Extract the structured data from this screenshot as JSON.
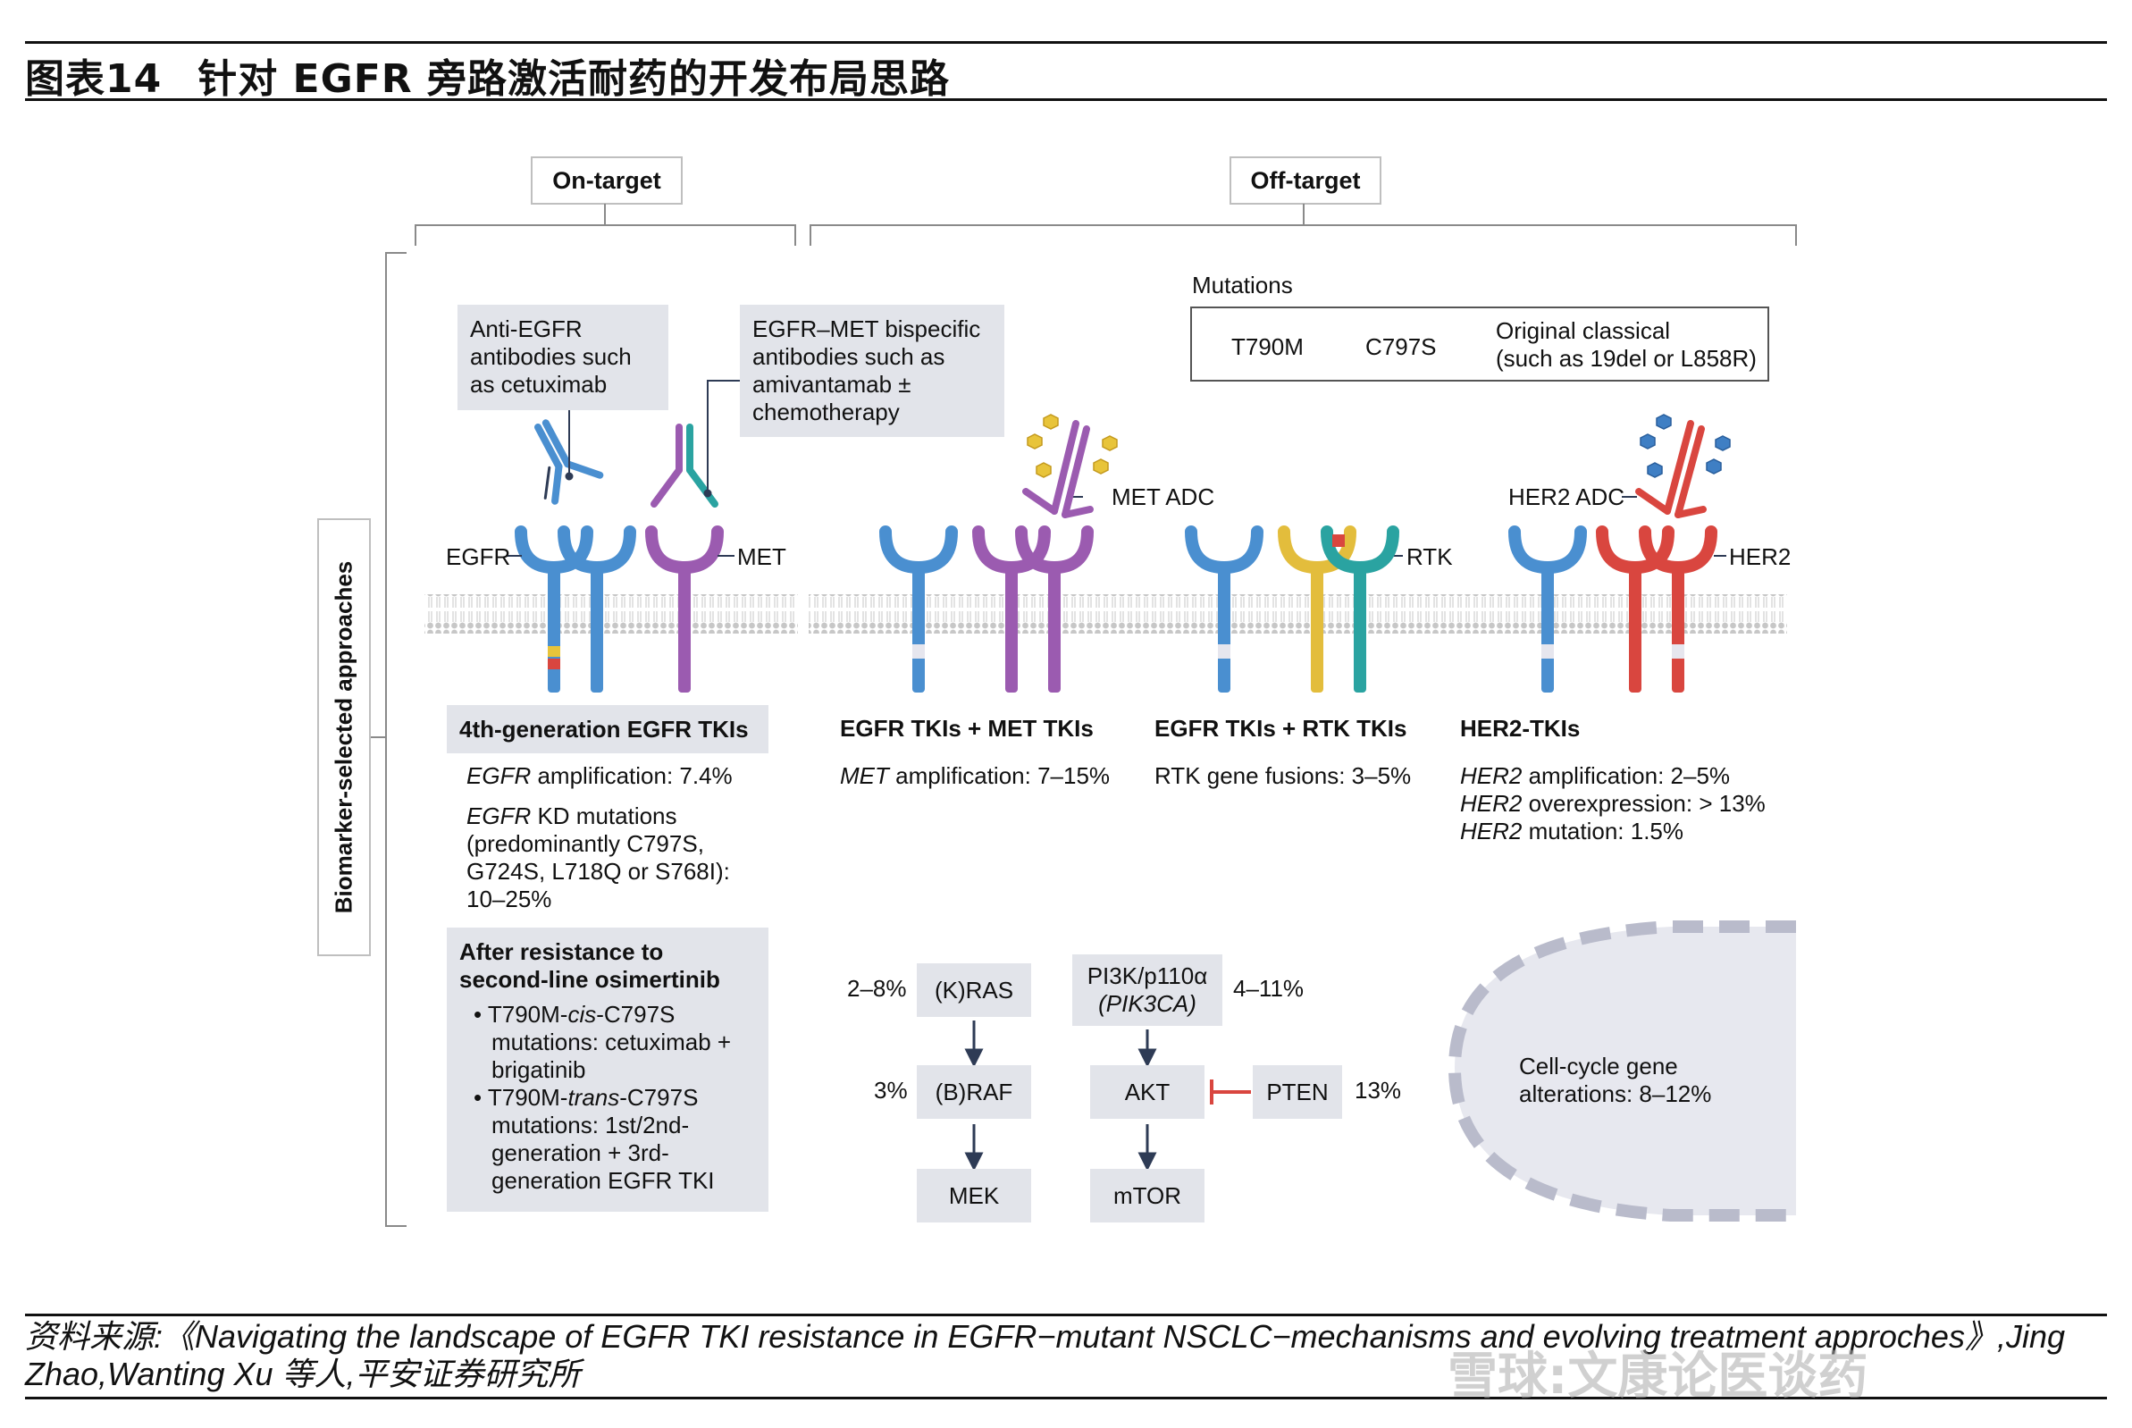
{
  "figure": {
    "label": "图表14",
    "title": "针对 EGFR 旁路激活耐药的开发布局思路"
  },
  "headers": {
    "on_target": "On-target",
    "off_target": "Off-target"
  },
  "side_label": "Biomarker-selected approaches",
  "callouts": {
    "anti_egfr": [
      "Anti-EGFR",
      "antibodies such",
      "as cetuximab"
    ],
    "bispecific": [
      "EGFR–MET bispecific",
      "antibodies such as",
      "amivantamab ±",
      "chemotherapy"
    ]
  },
  "legend": {
    "title": "Mutations",
    "items": [
      {
        "label": "T790M",
        "colors": [
          "#4a8fd0",
          "#e8c43a"
        ]
      },
      {
        "label": "C797S",
        "colors": [
          "#4a8fd0",
          "#d9463f"
        ]
      },
      {
        "label_lines": [
          "Original classical",
          "(such as 19del or L858R)"
        ],
        "colors": [
          "#4a8fd0",
          "#e6e6ee"
        ]
      }
    ]
  },
  "receptor_labels": {
    "egfr": "EGFR",
    "met": "MET",
    "met_adc": "MET ADC",
    "rtk": "RTK",
    "her2_adc": "HER2 ADC",
    "her2": "HER2"
  },
  "colors": {
    "egfr": "#4a8fd0",
    "met": "#9b5bb0",
    "rtk_yellow": "#e3bd3c",
    "rtk_teal": "#2aa3a1",
    "her2": "#d9463f",
    "adc_gold": "#e8c43a",
    "adc_blue": "#3f7fc4",
    "membrane": "#c9c9c9",
    "inhibit": "#d9463f",
    "box": "#e2e4ea"
  },
  "strategies": {
    "fourth_gen": {
      "title": "4th-generation EGFR TKIs",
      "amp_gene": "EGFR",
      "amp_text": " amplification: 7.4%",
      "kd_gene": "EGFR",
      "kd_lines": [
        " KD mutations",
        "(predominantly C797S,",
        "G724S, L718Q or S768I):",
        "10–25%"
      ]
    },
    "after_resistance": {
      "title_lines": [
        "After resistance to",
        "second-line osimertinib"
      ],
      "b1": [
        "T790M-",
        "cis",
        "-C797S",
        "mutations: cetuximab +",
        "brigatinib"
      ],
      "b2": [
        "T790M-",
        "trans",
        "-C797S",
        "mutations: 1st/2nd-",
        "generation + 3rd-",
        "generation EGFR TKI"
      ]
    },
    "met": {
      "title": "EGFR TKIs + MET TKIs",
      "gene": "MET",
      "text": " amplification: 7–15%"
    },
    "rtk": {
      "title": "EGFR TKIs + RTK TKIs",
      "text": "RTK gene fusions: 3–5%"
    },
    "her2": {
      "title": "HER2-TKIs",
      "lines": [
        {
          "gene": "HER2",
          "text": " amplification: 2–5%"
        },
        {
          "gene": "HER2",
          "text": " overexpression: > 13%"
        },
        {
          "gene": "HER2",
          "text": " mutation: 1.5%"
        }
      ]
    }
  },
  "pathway": {
    "kras": {
      "label": "(K)RAS",
      "pct": "2–8%"
    },
    "braf": {
      "label": "(B)RAF",
      "pct": "3%"
    },
    "mek": {
      "label": "MEK"
    },
    "pi3k": {
      "label_1": "PI3K/p110α",
      "label_2": "(PIK3CA)",
      "pct": "4–11%"
    },
    "akt": {
      "label": "AKT"
    },
    "mtor": {
      "label": "mTOR"
    },
    "pten": {
      "label": "PTEN",
      "pct": "13%"
    }
  },
  "cell_cycle": {
    "lines": [
      "Cell-cycle gene",
      "alterations: 8–12%"
    ]
  },
  "source": {
    "text_1": "资料来源:《Navigating the landscape of EGFR TKI resistance in EGFR−mutant NSCLC−mechanisms and evolving treatment approches》,Jing",
    "text_2": "Zhao,Wanting Xu 等人,平安证券研究所"
  },
  "watermark": "雪球:文康论医谈药"
}
